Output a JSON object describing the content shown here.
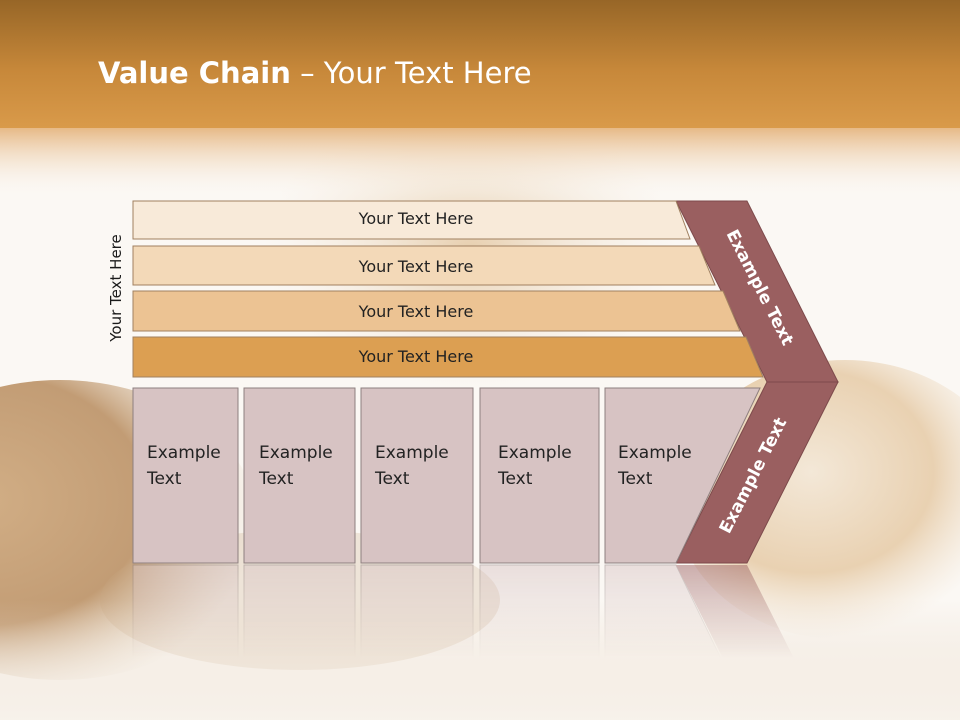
{
  "title": {
    "bold": "Value Chain",
    "rest": " – Your Text Here"
  },
  "side_label": "Your Text Here",
  "bars": [
    {
      "label": "Your Text Here",
      "color": "#f8ead9"
    },
    {
      "label": "Your Text Here",
      "color": "#f3d9b8"
    },
    {
      "label": "Your Text Here",
      "color": "#ecc393"
    },
    {
      "label": "Your Text Here",
      "color": "#dc9f52"
    }
  ],
  "boxes": [
    {
      "line1": "Example",
      "line2": "Text"
    },
    {
      "line1": "Example",
      "line2": "Text"
    },
    {
      "line1": "Example",
      "line2": "Text"
    },
    {
      "line1": "Example",
      "line2": "Text"
    },
    {
      "line1": "Example",
      "line2": "Text"
    }
  ],
  "chevron": {
    "top_label": "Example Text",
    "bottom_label": "Example Text",
    "color": "#9a5f60"
  },
  "colors": {
    "header_top": "#976627",
    "header_mid": "#d08e38",
    "box_fill": "#d7c3c3",
    "box_stroke": "#8e7f7f"
  }
}
